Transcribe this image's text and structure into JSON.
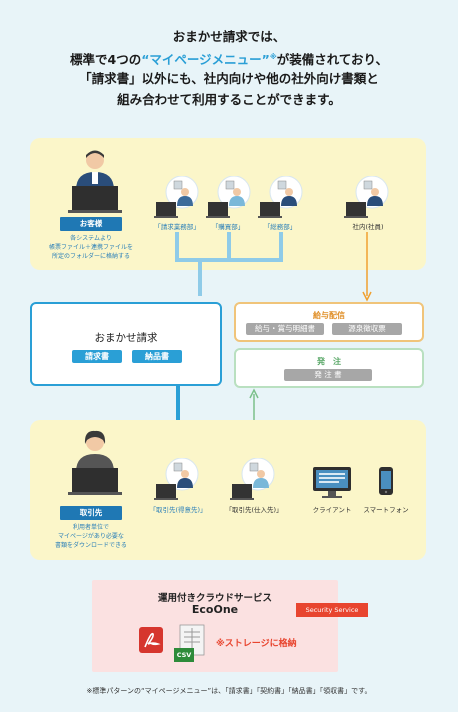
{
  "intro": {
    "line1": "おまかせ請求では、",
    "line2_pre": "標準で4つの",
    "line2_hl": "“マイページメニュー”",
    "line2_sup": "※",
    "line2_post": "が装備されており、",
    "line3": "「請求書」以外にも、社内向けや他の社外向け書類と",
    "line4": "組み合わせて利用することができます。"
  },
  "top_panel": {
    "customer_tag": "お客様",
    "customer_note": [
      "各システムより",
      "帳票ファイル＋連携ファイルを",
      "所定のフォルダーに格納する"
    ],
    "people": [
      {
        "label": "「請求業務部」"
      },
      {
        "label": "「購買部」"
      },
      {
        "label": "「総務部」"
      },
      {
        "label": "社内(社員)"
      }
    ]
  },
  "center": {
    "title": "おまかせ請求",
    "btn_invoice": "請求書",
    "btn_delivery": "納品書"
  },
  "salary": {
    "title": "給与配信",
    "item1": "給与・賞与明細書",
    "item2": "源泉徴収票"
  },
  "order": {
    "title": "発　注",
    "item": "発 注 書"
  },
  "bottom_panel": {
    "partner_tag": "取引先",
    "partner_note": [
      "利用者単位で",
      "マイページがあり必要な",
      "書類をダウンロードできる"
    ],
    "people": [
      {
        "label": "「取引先(得意先)」"
      },
      {
        "label": "「取引先(仕入先)」"
      },
      {
        "label": "クライアント"
      },
      {
        "label": "スマートフォン"
      }
    ]
  },
  "ecoone": {
    "title": "運用付きクラウドサービス",
    "name": "EcoOne",
    "security": "Security Service",
    "storage": "※ストレージに格納",
    "csv": "CSV"
  },
  "footnote": "※標準パターンの“マイページメニュー”は、「請求書」「契約書」「納品書」「領収書」です。",
  "colors": {
    "blue": "#2a9fd6",
    "orange": "#f0a030",
    "green": "#7cc08a",
    "yellow": "#fbf6c9",
    "red": "#e8452f"
  }
}
